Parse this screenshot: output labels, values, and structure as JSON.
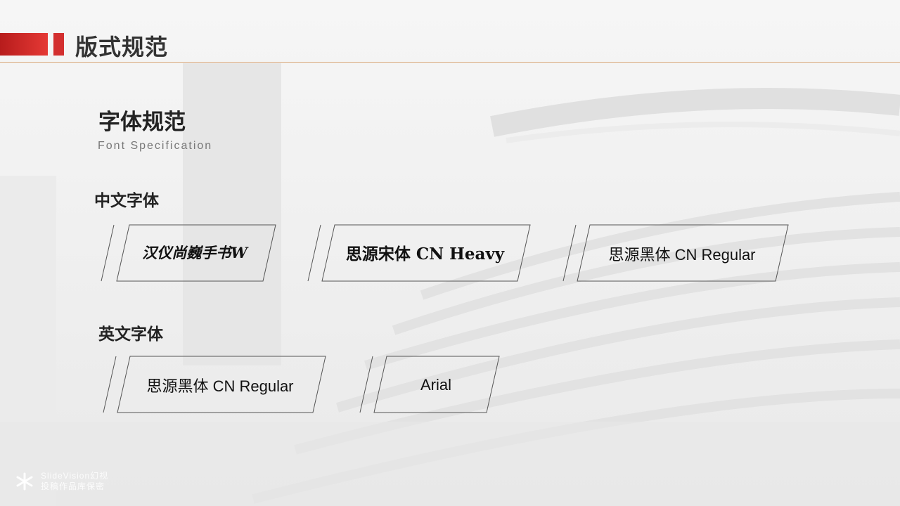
{
  "header": {
    "title": "版式规范"
  },
  "section": {
    "title": "字体规范",
    "subtitle": "Font Specification"
  },
  "chinese_fonts": {
    "label": "中文字体",
    "items": [
      "汉仪尚巍手书W",
      "思源宋体 CN Heavy",
      "思源黑体 CN Regular"
    ]
  },
  "english_fonts": {
    "label": "英文字体",
    "items": [
      "思源黑体 CN Regular",
      "Arial"
    ]
  },
  "watermark": {
    "line1": "SlideVision幻视",
    "line2": "投稿作品库保密",
    "icon": "snowflake-icon"
  },
  "colors": {
    "accent": "#d32f2f",
    "divider": "#d9a77a",
    "card_border": "#555555"
  }
}
